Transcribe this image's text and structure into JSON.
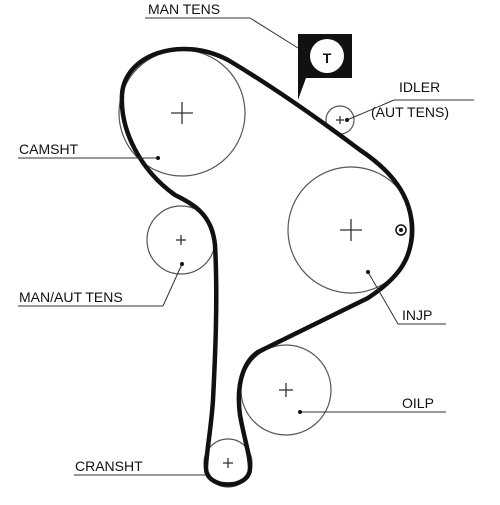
{
  "labels": {
    "man_tens": "MAN TENS",
    "idler_line1": "IDLER",
    "idler_line2": "(AUT TENS)",
    "camsht": "CAMSHT",
    "man_aut_tens": "MAN/AUT TENS",
    "injp": "INJP",
    "oilp": "OILP",
    "cransht": "CRANSHT"
  },
  "tensioner_badge": {
    "letter": "T",
    "color": "#111111",
    "text_color": "#ffffff"
  },
  "icons": {
    "pulley_center": "plus-crosshair",
    "timing_mark": "target-dot"
  }
}
